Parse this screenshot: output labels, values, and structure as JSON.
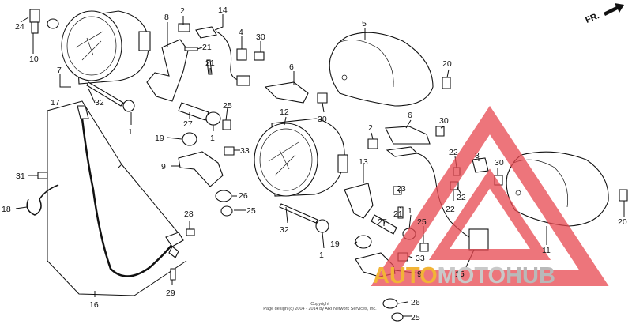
{
  "direction_label": "FR.",
  "copyright": {
    "line1": "Copyright",
    "line2": "Page design (c) 2004 - 2014 by ARI Network Services, Inc."
  },
  "watermark": {
    "part_a": "AUTO",
    "part_b": "MOTO",
    "part_c": "HUB",
    "colors": {
      "triangle": "#e8474f",
      "auto": "#f2b437",
      "moto_hub": "#c0c0c0"
    }
  },
  "callouts": {
    "c1": "24",
    "c2": "10",
    "c3": "8",
    "c4": "2",
    "c5": "14",
    "c6": "4",
    "c7": "30",
    "c8": "21",
    "c9": "21",
    "c10": "7",
    "c11": "32",
    "c12": "17",
    "c13": "1",
    "c14": "27",
    "c15": "25",
    "c16": "1",
    "c17": "19",
    "c18": "33",
    "c19": "9",
    "c20": "26",
    "c21": "25",
    "c22": "31",
    "c23": "18",
    "c24": "28",
    "c25": "29",
    "c26": "16",
    "c27": "5",
    "c28": "6",
    "c29": "30",
    "c30": "20",
    "c31": "12",
    "c32": "2",
    "c33": "6",
    "c34": "30",
    "c35": "22",
    "c36": "3",
    "c37": "30",
    "c38": "13",
    "c39": "23",
    "c40": "22",
    "c41": "22",
    "c42": "21",
    "c43": "1",
    "c44": "20",
    "c45": "32",
    "c46": "1",
    "c47": "19",
    "c48": "27",
    "c49": "25",
    "c50": "33",
    "c51": "9",
    "c52": "15",
    "c53": "11",
    "c54": "26",
    "c55": "25"
  }
}
